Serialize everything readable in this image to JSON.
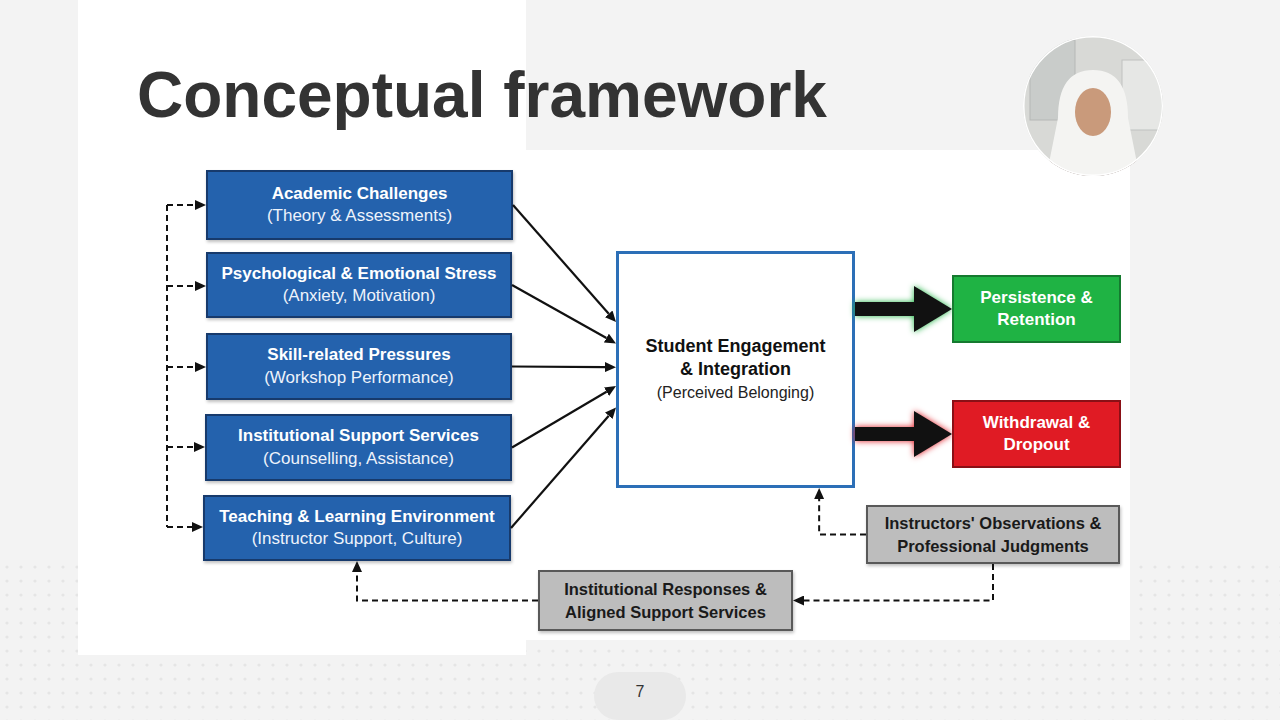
{
  "diagram": {
    "title": "Conceptual framework",
    "nodes": [
      {
        "text": [
          "Academic Challenges",
          "(Theory & Assessments)"
        ]
      },
      {
        "text": [
          "Psychological & Emotional Stress",
          "(Anxiety, Motivation)"
        ]
      },
      {
        "text": [
          "Skill-related Pressures",
          "(Workshop Performance)"
        ]
      },
      {
        "text": [
          "Institutional Support Services",
          "(Counselling, Assistance)"
        ]
      },
      {
        "text": [
          "Teaching & Learning Environment",
          "(Instructor Support, Culture)"
        ]
      },
      {
        "text": [
          "Student Engagement & Integration",
          "(Perceived Belonging)"
        ]
      },
      {
        "text": [
          "Persistence & Retention"
        ]
      },
      {
        "text": [
          "Withdrawal & Dropout"
        ]
      },
      {
        "text": [
          "Instructors' Observations & Professional Judgments"
        ]
      },
      {
        "text": [
          "Institutional Responses & Aligned Support Services"
        ]
      }
    ],
    "edges": [
      {
        "from": 0,
        "to": 5,
        "arrow": "to"
      },
      {
        "from": 1,
        "to": 5,
        "arrow": "to"
      },
      {
        "from": 2,
        "to": 5,
        "arrow": "to"
      },
      {
        "from": 3,
        "to": 5,
        "arrow": "to"
      },
      {
        "from": 4,
        "to": 5,
        "arrow": "to"
      },
      {
        "from": 5,
        "to": 6,
        "arrow": "to"
      },
      {
        "from": 5,
        "to": 7,
        "arrow": "to"
      },
      {
        "from": 8,
        "to": 5,
        "arrow": "to"
      },
      {
        "from": 8,
        "to": 9,
        "arrow": "to"
      },
      {
        "from": 9,
        "to": 4,
        "arrow": "to"
      }
    ],
    "labels": [
      "7"
    ]
  }
}
